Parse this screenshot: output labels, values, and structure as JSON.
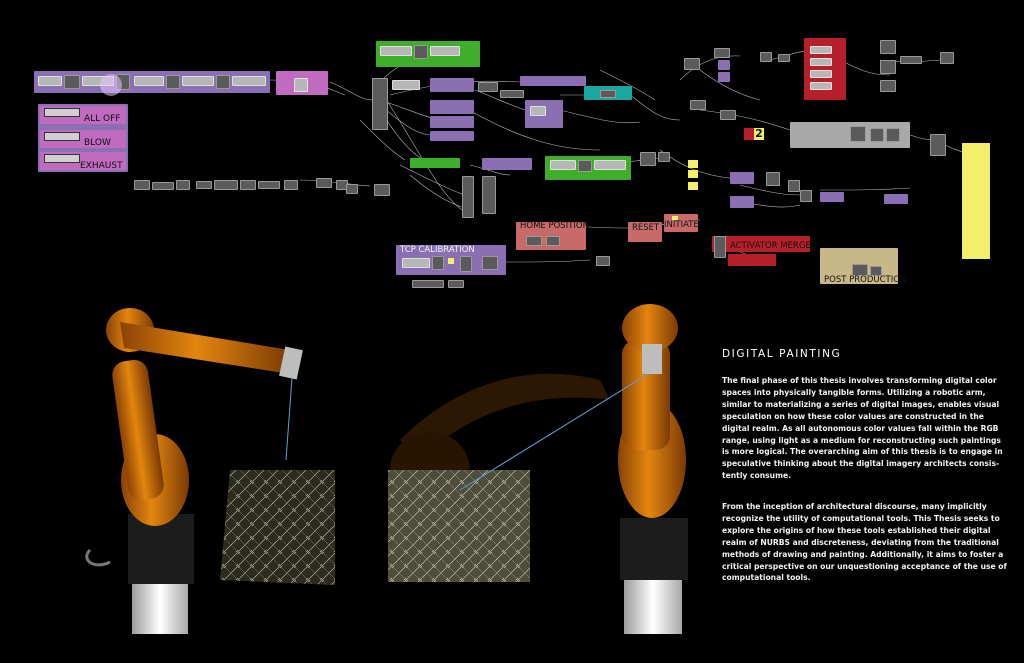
{
  "canvas": {
    "group_labels": {
      "all_off": "ALL OFF",
      "blow": "BLOW",
      "exhaust": "EXHAUST",
      "home_position": "HOME POSITION",
      "reset": "RESET",
      "initiate": "INITIATE",
      "activator_merged": "ACTIVATOR MERGED",
      "tcp_calibration": "TCP CALIBRATION",
      "post_production": "POST PRODUCTION",
      "panel_number": "2"
    },
    "colors": {
      "purple_group": "#8a6fb3",
      "magenta_group": "#c06ac0",
      "green_group": "#3fae2a",
      "teal_group": "#1aa7a0",
      "red_group": "#b5202b",
      "gray_group": "#a9a9a9",
      "yellow_group": "#f2ef6a",
      "tan_group": "#c8b888",
      "salmon_group": "#c96a6a"
    }
  },
  "article": {
    "heading": "DIGITAL PAINTING",
    "paragraph_1": "The final phase of this thesis involves transforming digital color spaces into physically tangible forms. Utilizing a robotic arm, similar to materializing a series of digital images, enables visual speculation on how these color values are constructed in the digital realm. As all autonomous color values fall within the RGB range, using light as a medium for reconstructing such paintings is more logical. The overarching aim of this thesis is to engage in speculative thinking about the digital imagery architects consis-tently consume.",
    "paragraph_2": "From the inception of architectural discourse, many implicitly recognize the utility of computational tools. This Thesis seeks to explore the origins of how these tools established their digital realm of NURBS and discreteness, deviating from the traditional methods of drawing and painting. Additionally, it aims to foster a critical perspective on our unquestioning acceptance of the use of computational tools."
  },
  "colors": {
    "robot_orange": "#d9780f",
    "robot_base": "#1c1c1c",
    "pedestal": "#e6e6e6",
    "light_ray": "#5fa0d8"
  }
}
